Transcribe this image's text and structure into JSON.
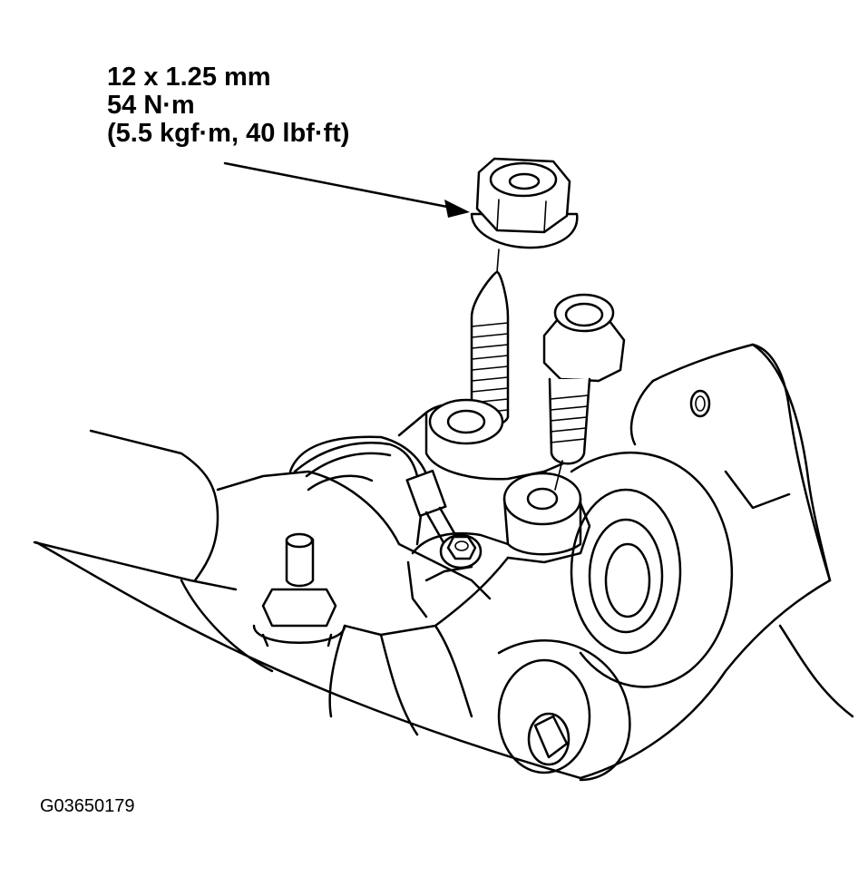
{
  "callout": {
    "thread_size": "12 x 1.25 mm",
    "torque_nm": "54 N·m",
    "torque_alt": "(5.5 kgf·m, 40 lbf·ft)"
  },
  "figure_id": "G03650179"
}
